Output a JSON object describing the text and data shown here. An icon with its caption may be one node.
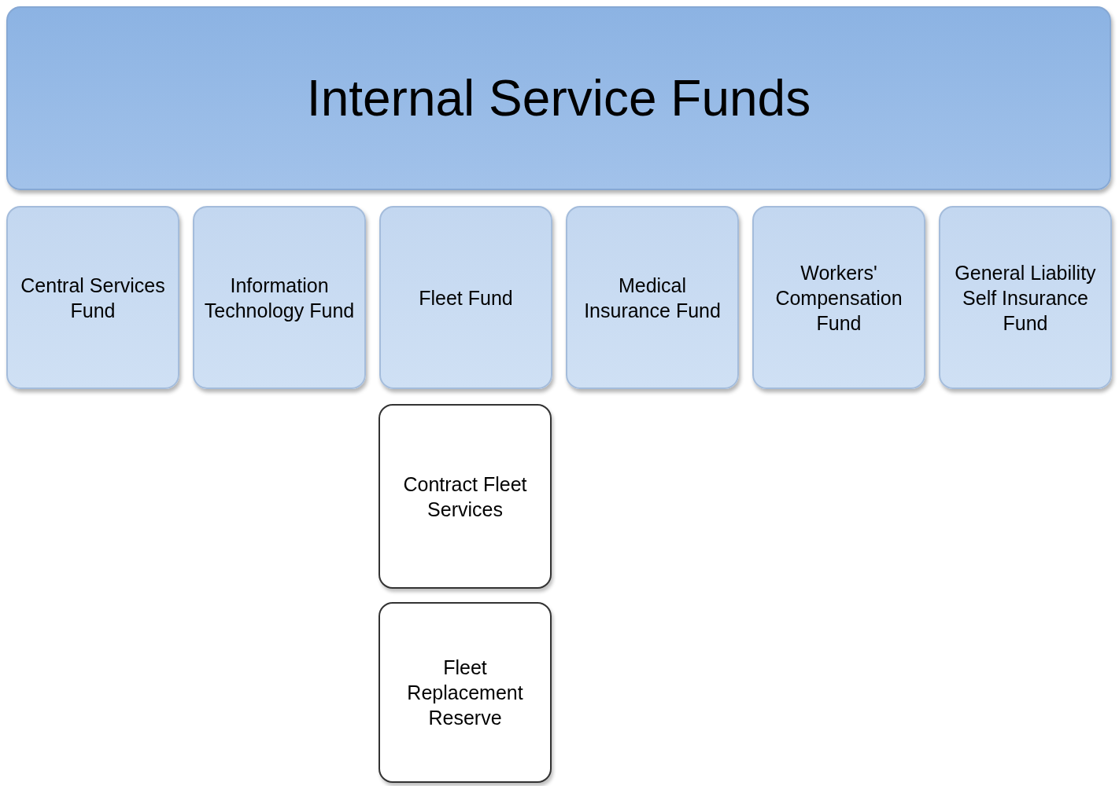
{
  "diagram": {
    "nodes": [
      {
        "text": [
          "Internal Service Funds"
        ]
      },
      {
        "text": [
          "Central Services Fund"
        ]
      },
      {
        "text": [
          "Information Technology Fund"
        ]
      },
      {
        "text": [
          "Fleet Fund"
        ]
      },
      {
        "text": [
          "Medical Insurance Fund"
        ]
      },
      {
        "text": [
          "Workers' Compensation Fund"
        ]
      },
      {
        "text": [
          "General Liability Self Insurance Fund"
        ]
      },
      {
        "text": [
          "Contract Fleet Services"
        ]
      },
      {
        "text": [
          "Fleet Replacement Reserve"
        ]
      }
    ]
  }
}
